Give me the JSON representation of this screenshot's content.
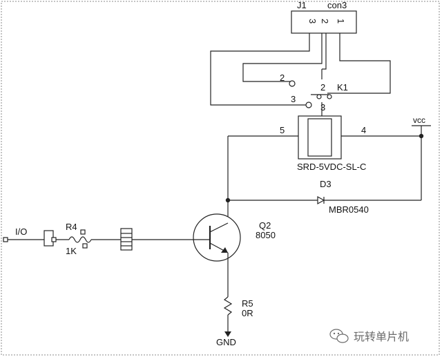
{
  "j1": {
    "ref": "J1",
    "value": "con3",
    "pins": [
      "3",
      "2",
      "1"
    ]
  },
  "k1": {
    "ref": "K1",
    "pin2": "2",
    "pin3": "3",
    "pin2b": "2",
    "pin3b": "3",
    "pin5": "5",
    "pin4": "4",
    "part": "SRD-5VDC-SL-C"
  },
  "vcc": {
    "label": "vcc"
  },
  "d3": {
    "ref": "D3",
    "part": "MBR0540"
  },
  "r4": {
    "ref": "R4",
    "value": "1K"
  },
  "io": {
    "label": "I/O"
  },
  "q2": {
    "ref": "Q2",
    "part": "8050"
  },
  "r5": {
    "ref": "R5",
    "value": "0R"
  },
  "gnd": {
    "label": "GND"
  },
  "watermark": {
    "text": "玩转单片机",
    "icon": "wechat-icon"
  },
  "colors": {
    "wire": "#222222",
    "frame": "#8a8a8a",
    "watermark": "#6b6b6b"
  }
}
